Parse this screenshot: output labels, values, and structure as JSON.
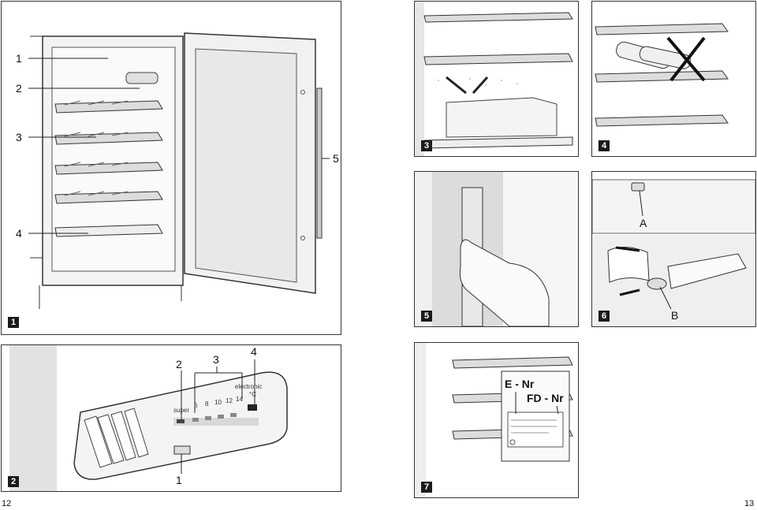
{
  "pages": {
    "left": "12",
    "right": "13"
  },
  "figures": {
    "fig1": {
      "tag": "1",
      "callouts": [
        "1",
        "2",
        "3",
        "4",
        "5"
      ]
    },
    "fig2": {
      "tag": "2",
      "callouts": [
        "2",
        "3",
        "4",
        "1"
      ],
      "panel_text": {
        "super": "super",
        "electronic": "electronic",
        "scale": [
          "6",
          "8",
          "10",
          "12",
          "14"
        ],
        "unit": "°C"
      }
    },
    "fig3": {
      "tag": "3"
    },
    "fig4": {
      "tag": "4"
    },
    "fig5": {
      "tag": "5"
    },
    "fig6": {
      "tag": "6",
      "callouts": [
        "A",
        "B"
      ]
    },
    "fig7": {
      "tag": "7",
      "label_e": "E - Nr",
      "label_fd": "FD - Nr"
    }
  }
}
